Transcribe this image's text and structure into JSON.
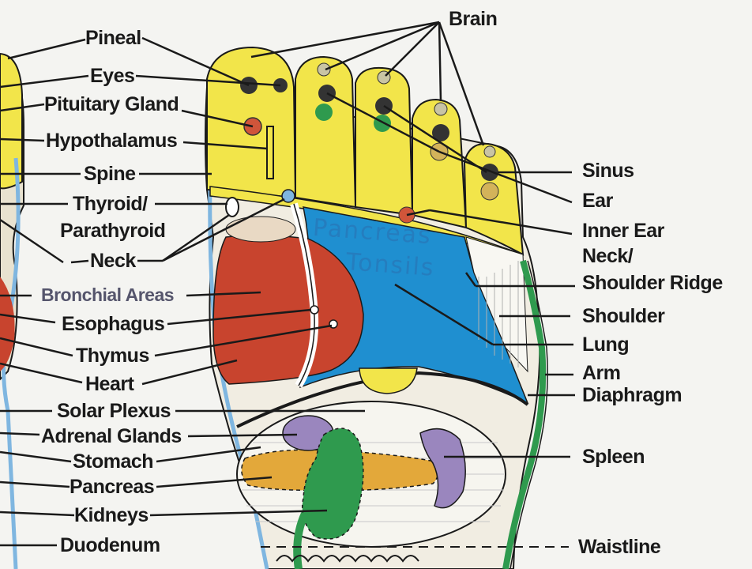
{
  "diagram": {
    "watermark_line1": "Pancreas",
    "watermark_line2": "Tonsils",
    "left_labels": [
      {
        "id": "pineal",
        "text": "Pineal"
      },
      {
        "id": "eyes",
        "text": "Eyes"
      },
      {
        "id": "pituitary",
        "text": "Pituitary Gland"
      },
      {
        "id": "hypothalamus",
        "text": "Hypothalamus"
      },
      {
        "id": "spine",
        "text": "Spine"
      },
      {
        "id": "thyroid",
        "text": "Thyroid/"
      },
      {
        "id": "parathyroid",
        "text": "Parathyroid"
      },
      {
        "id": "neck",
        "text": "Neck"
      },
      {
        "id": "bronchial",
        "text": "Bronchial Areas"
      },
      {
        "id": "esophagus",
        "text": "Esophagus"
      },
      {
        "id": "thymus",
        "text": "Thymus"
      },
      {
        "id": "heart",
        "text": "Heart"
      },
      {
        "id": "solar-plexus",
        "text": "Solar Plexus"
      },
      {
        "id": "adrenal",
        "text": "Adrenal Glands"
      },
      {
        "id": "stomach",
        "text": "Stomach"
      },
      {
        "id": "pancreas",
        "text": "Pancreas"
      },
      {
        "id": "kidneys",
        "text": "Kidneys"
      },
      {
        "id": "duodenum",
        "text": "Duodenum"
      }
    ],
    "top_label": {
      "id": "brain",
      "text": "Brain"
    },
    "right_labels": [
      {
        "id": "sinus",
        "text": "Sinus"
      },
      {
        "id": "ear",
        "text": "Ear"
      },
      {
        "id": "inner-ear",
        "text": "Inner Ear"
      },
      {
        "id": "neck-shoulder-1",
        "text": "Neck/"
      },
      {
        "id": "neck-shoulder-2",
        "text": "Shoulder Ridge"
      },
      {
        "id": "shoulder",
        "text": "Shoulder"
      },
      {
        "id": "lung",
        "text": "Lung"
      },
      {
        "id": "arm",
        "text": "Arm"
      },
      {
        "id": "diaphragm",
        "text": "Diaphragm"
      },
      {
        "id": "spleen",
        "text": "Spleen"
      },
      {
        "id": "waistline",
        "text": "Waistline"
      }
    ],
    "colors": {
      "toes": "#f2e54a",
      "heart": "#c8442e",
      "lung": "#1f8fd0",
      "stomach": "#e3a83a",
      "kidney": "#2f9a4e",
      "adrenal": "#9a86be",
      "spine": "#7fb6e0",
      "outline": "#1a1a1a"
    }
  }
}
